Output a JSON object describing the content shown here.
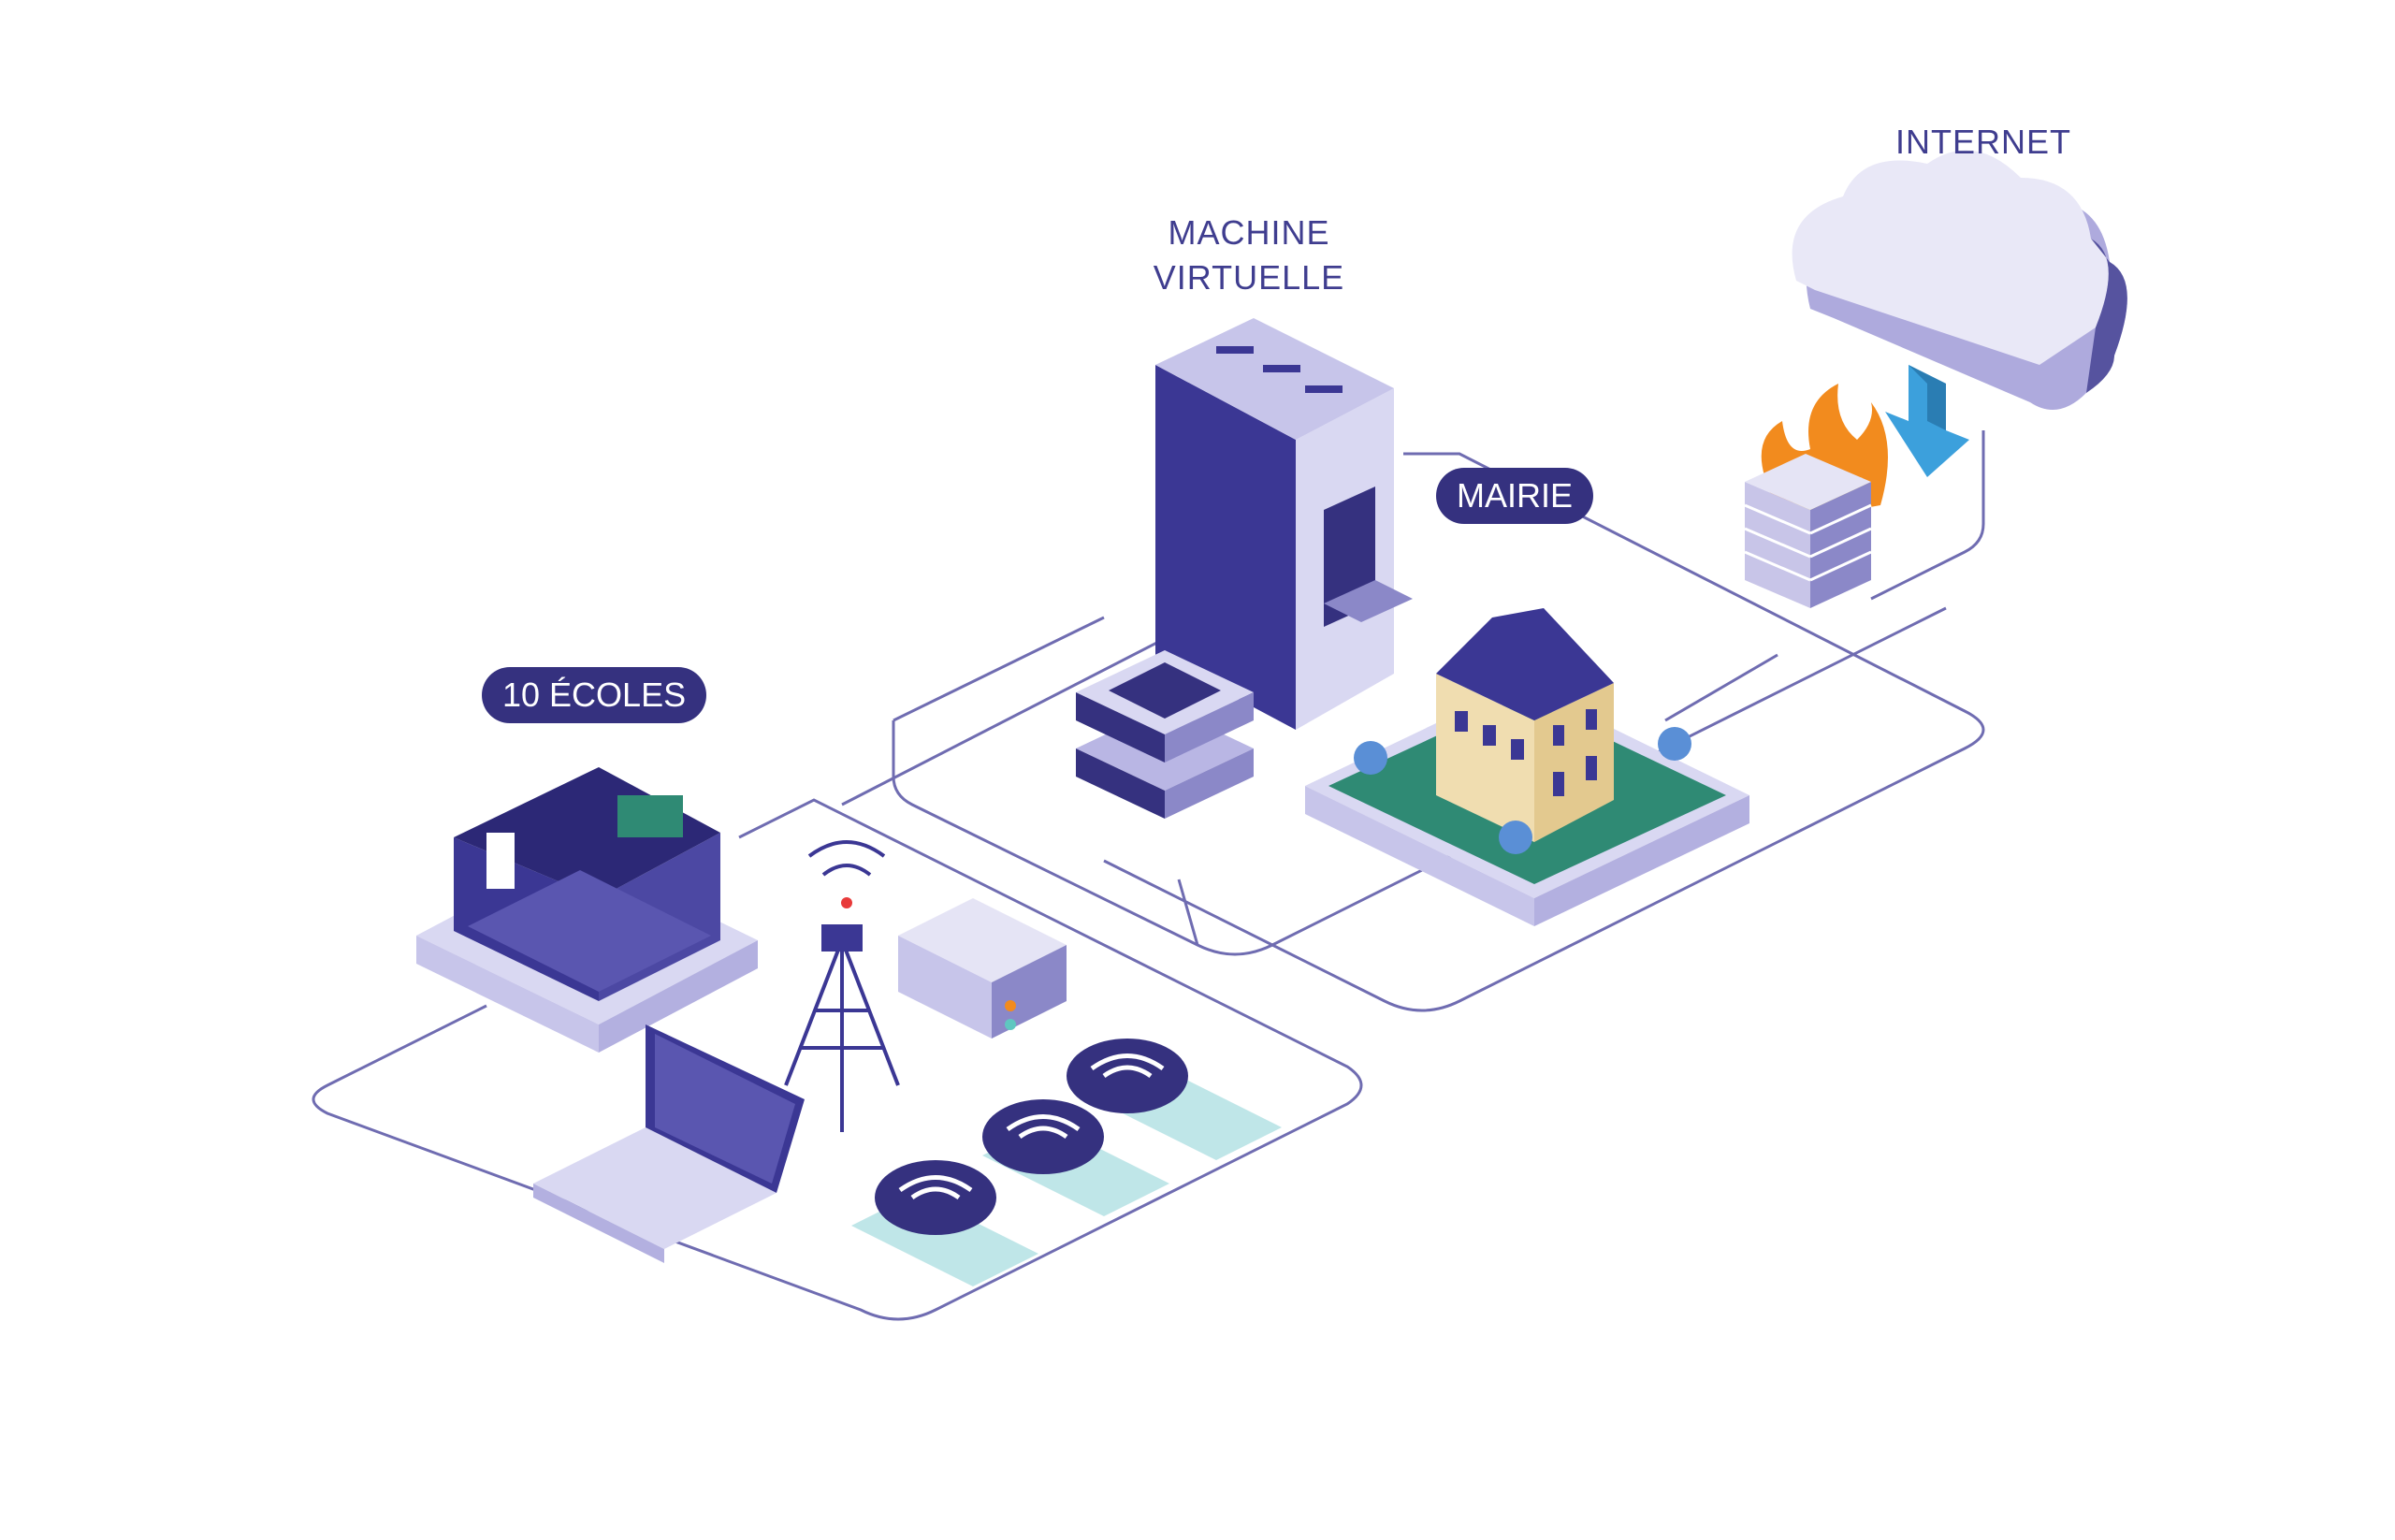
{
  "labels": {
    "internet": "INTERNET",
    "vm_line1": "MACHINE",
    "vm_line2": "VIRTUELLE",
    "mairie": "MAIRIE",
    "ecoles": "10 ÉCOLES"
  },
  "colors": {
    "line": "#6f6cb1",
    "navy": "#35317f",
    "lavender": "#c9c6ea",
    "grass": "#2f8a74",
    "flame": "#f28b1e",
    "arrow": "#3ca0dc"
  },
  "icons": [
    "cloud-icon",
    "download-arrow-icon",
    "firewall-icon",
    "server-rack-icon",
    "mairie-building-icon",
    "classroom-icon",
    "antenna-tower-icon",
    "network-switch-icon",
    "laptop-icon",
    "tablet-icon",
    "wifi-icon"
  ]
}
